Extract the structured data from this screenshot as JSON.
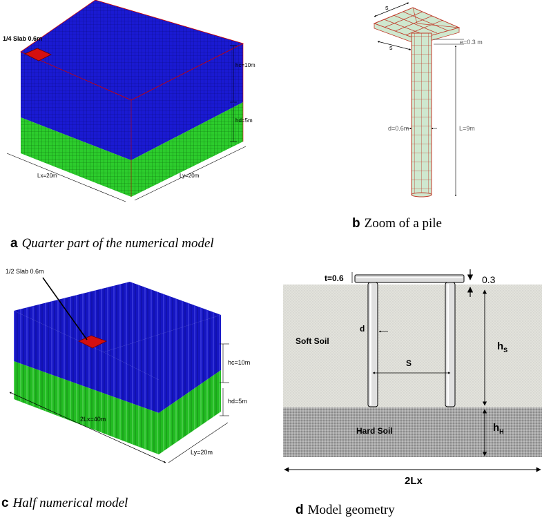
{
  "panel_a": {
    "slab_label": "1/4 Slab 0.6m",
    "hc": "hc=10m",
    "hd": "hd=5m",
    "lx": "Lx=20m",
    "ly": "Ly=20m",
    "caption_letter": "a",
    "caption_text": "Quarter part of the numerical model"
  },
  "panel_b": {
    "s_top": "s",
    "s_side": "s",
    "e": "e=0.3 m",
    "d": "d=0.6m",
    "L": "L=9m",
    "caption_letter": "b",
    "caption_text": "Zoom of a pile"
  },
  "panel_c": {
    "slab_label": "1/2 Slab 0.6m",
    "hc": "hc=10m",
    "hd": "hd=5m",
    "lx": "2Lx=40m",
    "ly": "Ly=20m",
    "caption_letter": "c",
    "caption_text": "Half numerical model"
  },
  "panel_d": {
    "t": "t=0.6",
    "e": "0.3",
    "d": "d",
    "soft_soil": "Soft Soil",
    "hard_soil": "Hard Soil",
    "s": "S",
    "hs": "h",
    "hs_sub": "S",
    "hh": "h",
    "hh_sub": "H",
    "width": "2Lx",
    "caption_letter": "d",
    "caption_text": "Model geometry"
  },
  "colors": {
    "clay": "#1212c8",
    "sand": "#22c022",
    "slab": "#d01010",
    "soft_soil": "#e4e4de",
    "hard_soil": "#a8a8a8"
  }
}
